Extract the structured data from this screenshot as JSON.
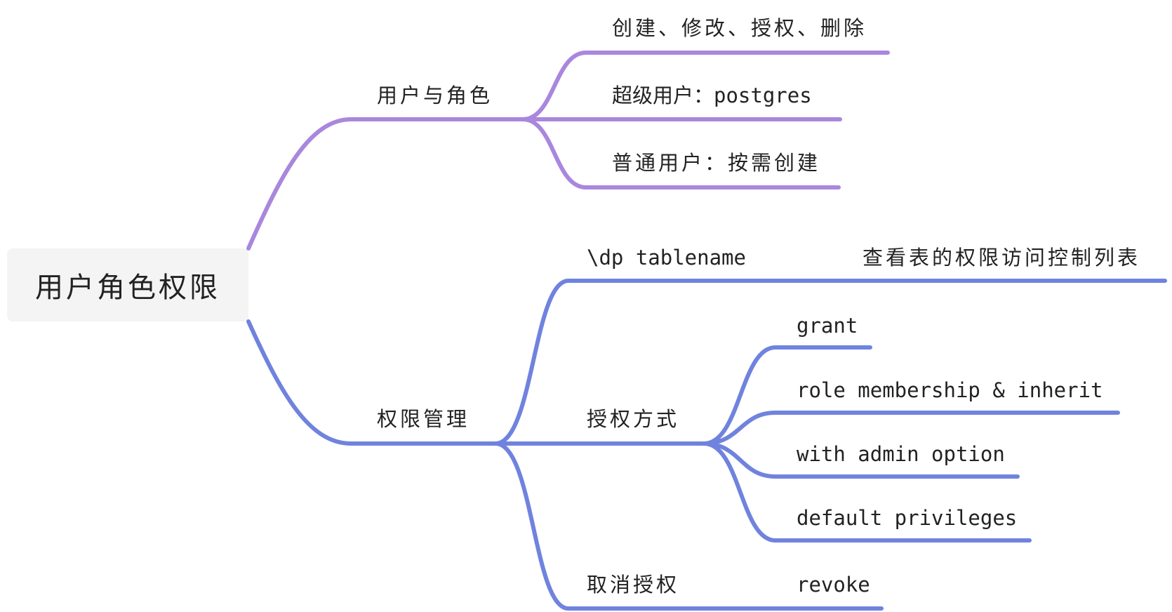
{
  "root": {
    "label": "用户角色权限"
  },
  "colors": {
    "purple": "#a987dd",
    "blue": "#6f83de",
    "text": "#222222",
    "root_bg": "#f4f4f4"
  },
  "branches": {
    "users_roles": {
      "label": "用户与角色",
      "children": [
        "创建、修改、授权、删除",
        "超级用户：postgres",
        "普通用户：按需创建"
      ]
    },
    "privileges": {
      "label": "权限管理",
      "dp": {
        "label": "\\dp tablename",
        "child": "查看表的权限访问控制列表"
      },
      "grant_methods": {
        "label": "授权方式",
        "children": [
          "grant",
          "role membership & inherit",
          "with admin option",
          "default privileges"
        ]
      },
      "revoke": {
        "label": "取消授权",
        "child": "revoke"
      }
    }
  }
}
